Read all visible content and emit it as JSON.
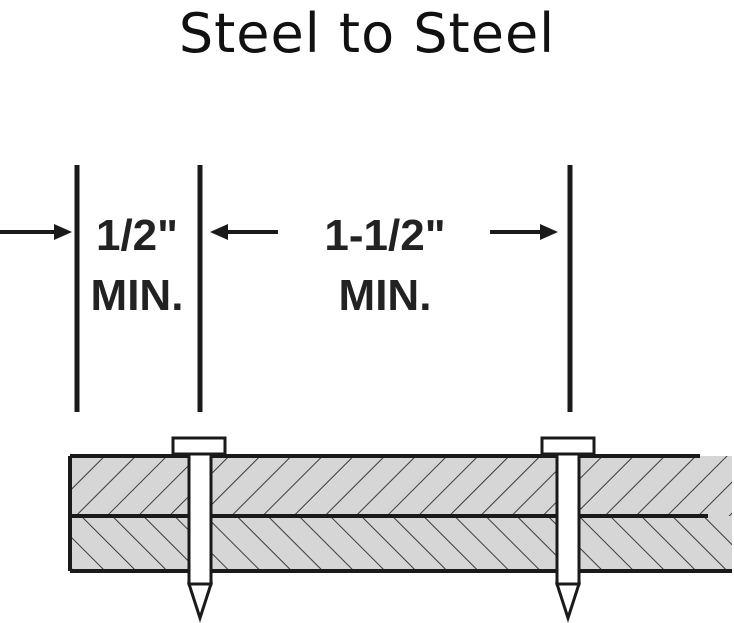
{
  "title": "Steel to Steel",
  "dimensions": {
    "edge": {
      "value": "1/2\"",
      "qualifier": "MIN."
    },
    "spacing": {
      "value": "1-1/2\"",
      "qualifier": "MIN."
    }
  },
  "colors": {
    "line": "#1a1a1a",
    "plate_fill": "#d6d6d6",
    "hatch": "#3a3a3a"
  }
}
